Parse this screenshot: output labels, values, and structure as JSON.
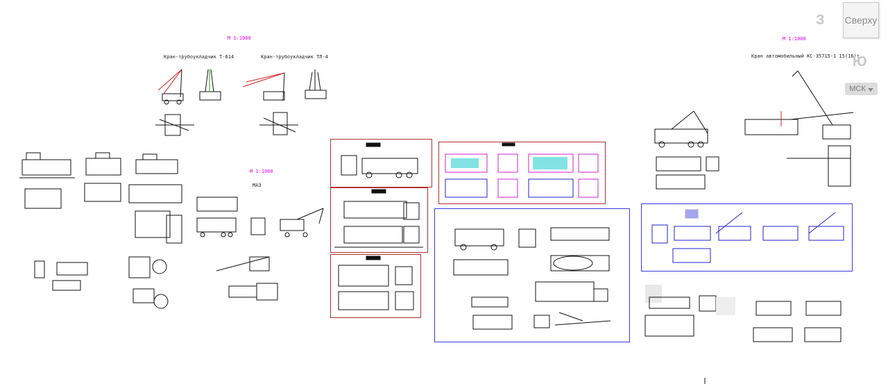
{
  "viewcube": {
    "face": "Сверху",
    "compass_north": "З",
    "compass_south": "Ю"
  },
  "ucs_menu": {
    "label": "МСК"
  },
  "scales": {
    "left": "М 1:1000",
    "middle": "М 1:1000",
    "right": "М 1:1000"
  },
  "labels": {
    "crane_t614": "Кран-трубоукладчик Т-614",
    "crane_tl4": "Кран-трубоукладчик ТЛ-4",
    "maz": "МАЗ",
    "truck_crane": "Кран автомобильный КС-35715-1 15(16)т"
  },
  "colors": {
    "canvas": "#ffffff",
    "scale_text": "#e000e0",
    "frame_red": "#b03030",
    "frame_blue": "#3a3adf"
  }
}
